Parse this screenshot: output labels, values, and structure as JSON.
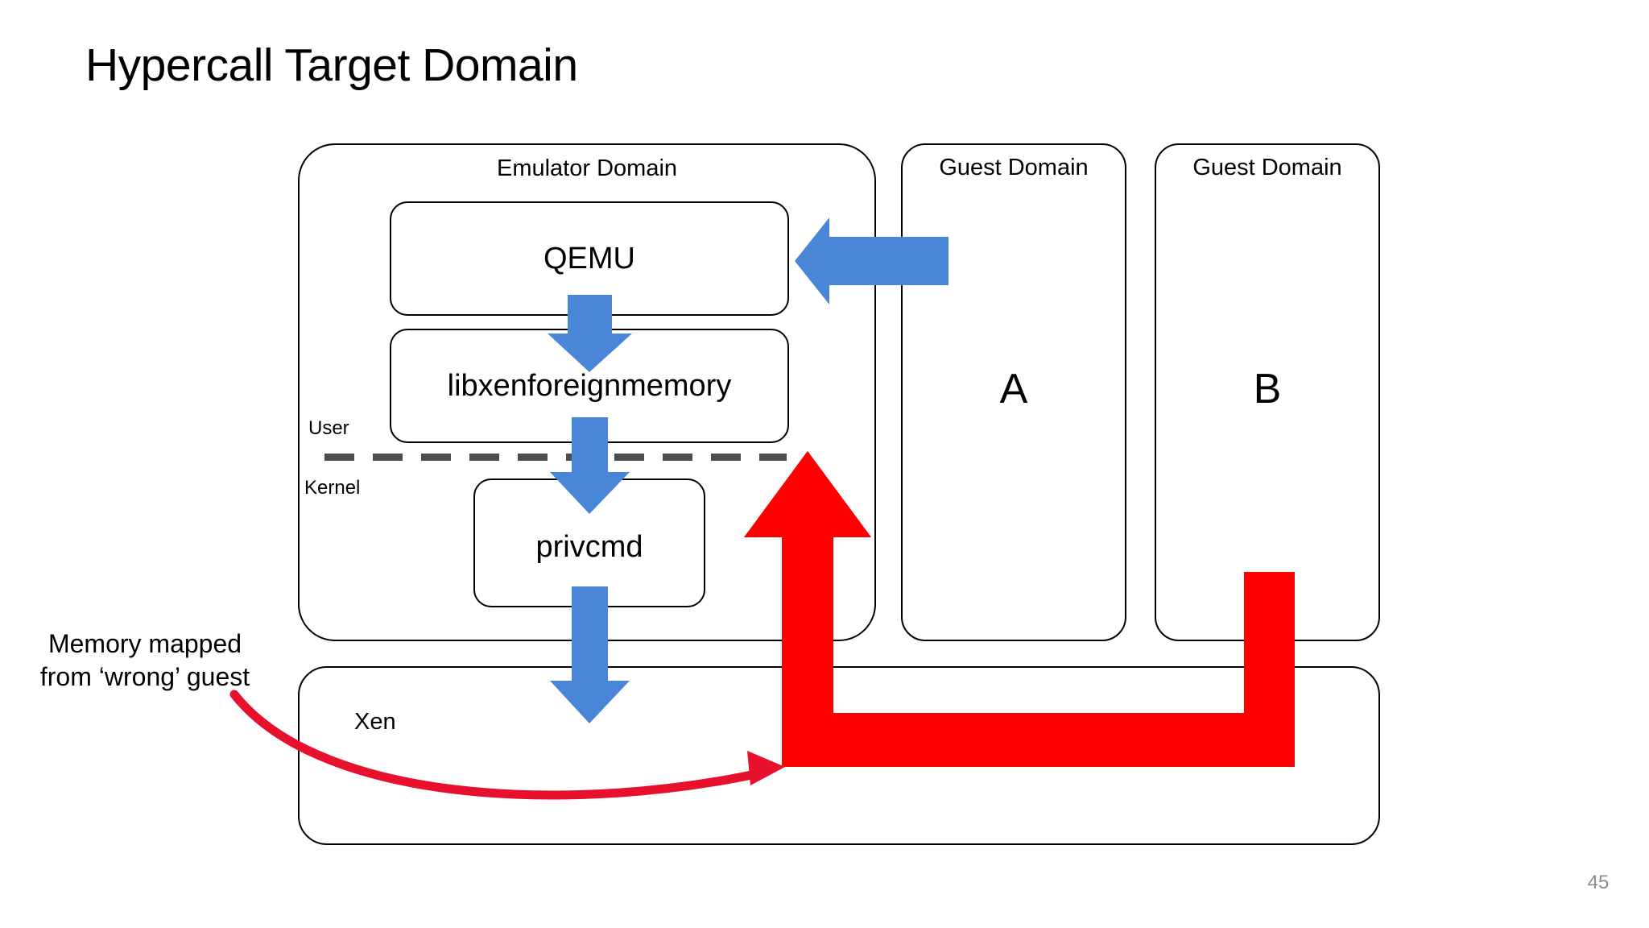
{
  "slide": {
    "title": "Hypercall Target Domain",
    "page_number": "45",
    "background_color": "#ffffff"
  },
  "colors": {
    "blue_arrow": "#4a86d8",
    "red_arrow": "#ff0000",
    "red_curve": "#e8112d",
    "box_border": "#000000",
    "divider": "#4d4d4d",
    "text": "#000000",
    "page_number": "#8c8c8c"
  },
  "emulator_domain": {
    "label": "Emulator Domain",
    "boxes": [
      {
        "label": "QEMU"
      },
      {
        "label": "libxenforeignmemory"
      },
      {
        "label": "privcmd"
      }
    ],
    "privilege_split": {
      "upper": "User",
      "lower": "Kernel"
    }
  },
  "guest_domains": [
    {
      "title": "Guest Domain",
      "letter": "A"
    },
    {
      "title": "Guest Domain",
      "letter": "B"
    }
  ],
  "hypervisor": {
    "label": "Xen"
  },
  "annotations": {
    "memory_caption": "Memory mapped from ‘wrong’ guest"
  },
  "arrows": {
    "guest_a_to_qemu": {
      "icon": "arrow-left-icon",
      "color": "#4a86d8"
    },
    "qemu_to_libxfm": {
      "icon": "arrow-down-icon",
      "color": "#4a86d8"
    },
    "libxfm_to_privcmd": {
      "icon": "arrow-down-icon",
      "color": "#4a86d8"
    },
    "privcmd_to_xen": {
      "icon": "arrow-down-icon",
      "color": "#4a86d8"
    },
    "xen_to_guest_b": {
      "icon": "elbow-arrow-up-icon",
      "color": "#ff0000"
    },
    "caption_pointer": {
      "icon": "curved-arrow-icon",
      "color": "#e8112d"
    }
  }
}
